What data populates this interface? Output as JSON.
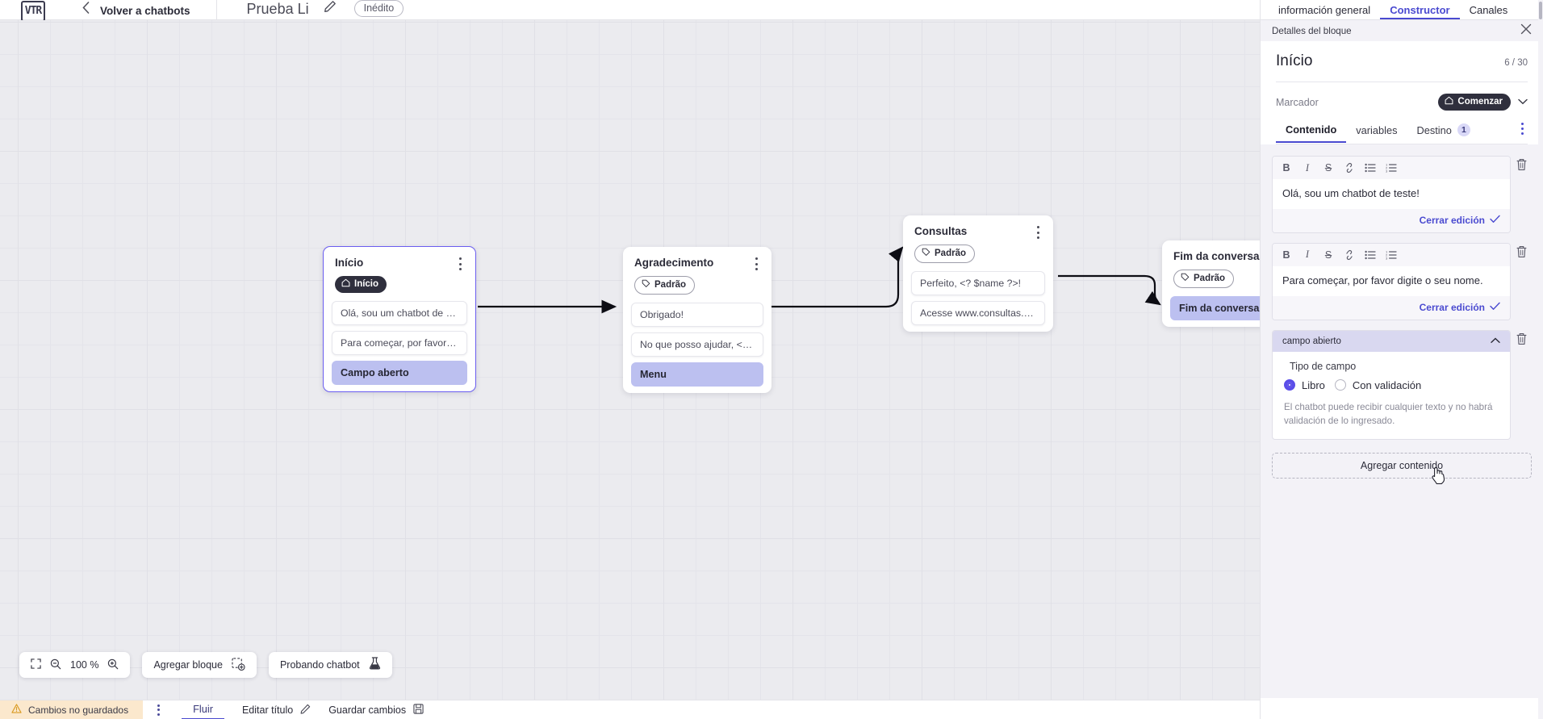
{
  "topbar": {
    "logo_icon": "app-logo-icon",
    "back_chevron_icon": "chevron-left-icon",
    "back_label": "Volver a chatbots",
    "bot_title": "Prueba Li",
    "edit_title_icon": "pencil-icon",
    "status_badge": "Inédito"
  },
  "canvas": {
    "zoom_level": "100 %",
    "fit_icon": "fit-screen-icon",
    "zoom_out_icon": "zoom-out-icon",
    "zoom_in_icon": "zoom-in-icon",
    "add_block_label": "Agregar bloque",
    "add_block_icon": "add-block-icon",
    "test_bot_label": "Probando chatbot",
    "test_bot_icon": "flask-icon",
    "nodes": [
      {
        "id": "inicio",
        "title": "Início",
        "tag": "Início",
        "tag_icon": "home-icon",
        "tag_style": "dark",
        "selected": true,
        "messages": [
          {
            "text": "Olá, sou um chatbot de teste!",
            "highlight": false
          },
          {
            "text": "Para começar, por favor digite o …",
            "highlight": false
          },
          {
            "text": "Campo aberto",
            "highlight": true
          }
        ]
      },
      {
        "id": "agradecimento",
        "title": "Agradecimento",
        "tag": "Padrão",
        "tag_icon": "tag-icon",
        "tag_style": "light",
        "selected": false,
        "messages": [
          {
            "text": "Obrigado!",
            "highlight": false
          },
          {
            "text": "No que posso ajudar, <? $name …",
            "highlight": false
          },
          {
            "text": "Menu",
            "highlight": true
          }
        ]
      },
      {
        "id": "consultas",
        "title": "Consultas",
        "tag": "Padrão",
        "tag_icon": "tag-icon",
        "tag_style": "light",
        "selected": false,
        "messages": [
          {
            "text": "Perfeito, <? $name ?>!",
            "highlight": false
          },
          {
            "text": "Acesse www.consultas.com par…",
            "highlight": false
          }
        ]
      },
      {
        "id": "fim",
        "title": "Fim da conversa",
        "tag": "Padrão",
        "tag_icon": "tag-icon",
        "tag_style": "light",
        "selected": false,
        "messages": [
          {
            "text": "Fim da conversa",
            "highlight": true
          }
        ]
      }
    ]
  },
  "footer": {
    "unsaved_icon": "warning-icon",
    "unsaved_label": "Cambios no guardados",
    "kebab_icon": "more-vertical-icon",
    "flow_tab": "Fluir",
    "edit_title_label": "Editar título",
    "edit_title_icon": "pencil-icon",
    "save_label": "Guardar cambios",
    "save_icon": "save-disk-icon"
  },
  "panel": {
    "tabs": [
      {
        "label": "información general",
        "active": false
      },
      {
        "label": "Constructor",
        "active": true
      },
      {
        "label": "Canales",
        "active": false
      }
    ],
    "subbar_title": "Detalles del bloque",
    "close_icon": "close-icon",
    "block_title": "Início",
    "block_count": "6 / 30",
    "marcador_label": "Marcador",
    "marcador_value": "Comenzar",
    "marcador_icon": "home-icon",
    "marcador_chevron_icon": "chevron-down-icon",
    "inner_tabs": [
      {
        "label": "Contenido",
        "active": true,
        "count": null
      },
      {
        "label": "variables",
        "active": false,
        "count": null
      },
      {
        "label": "Destino",
        "active": false,
        "count": "1"
      }
    ],
    "inner_kebab_icon": "more-vertical-icon",
    "format_buttons": [
      {
        "icon": "bold-icon",
        "glyph": "B"
      },
      {
        "icon": "italic-icon",
        "glyph": "I"
      },
      {
        "icon": "strikethrough-icon",
        "glyph": "S"
      },
      {
        "icon": "link-icon",
        "glyph": "⊘"
      },
      {
        "icon": "bullet-list-icon",
        "glyph": "☰"
      },
      {
        "icon": "numbered-list-icon",
        "glyph": "≣"
      }
    ],
    "editors": [
      {
        "text": "Olá, sou um chatbot de teste!",
        "close_label": "Cerrar edición",
        "check_icon": "check-icon",
        "delete_icon": "trash-icon"
      },
      {
        "text": "Para começar, por favor digite o seu nome.",
        "close_label": "Cerrar edición",
        "check_icon": "check-icon",
        "delete_icon": "trash-icon"
      }
    ],
    "field_block": {
      "header": "campo abierto",
      "collapse_icon": "chevron-up-icon",
      "delete_icon": "trash-icon",
      "type_label": "Tipo de campo",
      "options": [
        {
          "label": "Libro",
          "selected": true
        },
        {
          "label": "Con validación",
          "selected": false
        }
      ],
      "hint": "El chatbot puede recibir cualquier texto y no habrá validación de lo ingresado."
    },
    "add_content_label": "Agregar contenido",
    "cursor_icon": "pointer-cursor-icon"
  },
  "colors": {
    "accent": "#4a4ad0",
    "highlight": "#bcc0f0",
    "panel_bg": "#f3f2f7",
    "canvas_bg": "#ebebef",
    "warning_bg": "#fbe8cd",
    "radio_on": "#5b4ee8"
  }
}
